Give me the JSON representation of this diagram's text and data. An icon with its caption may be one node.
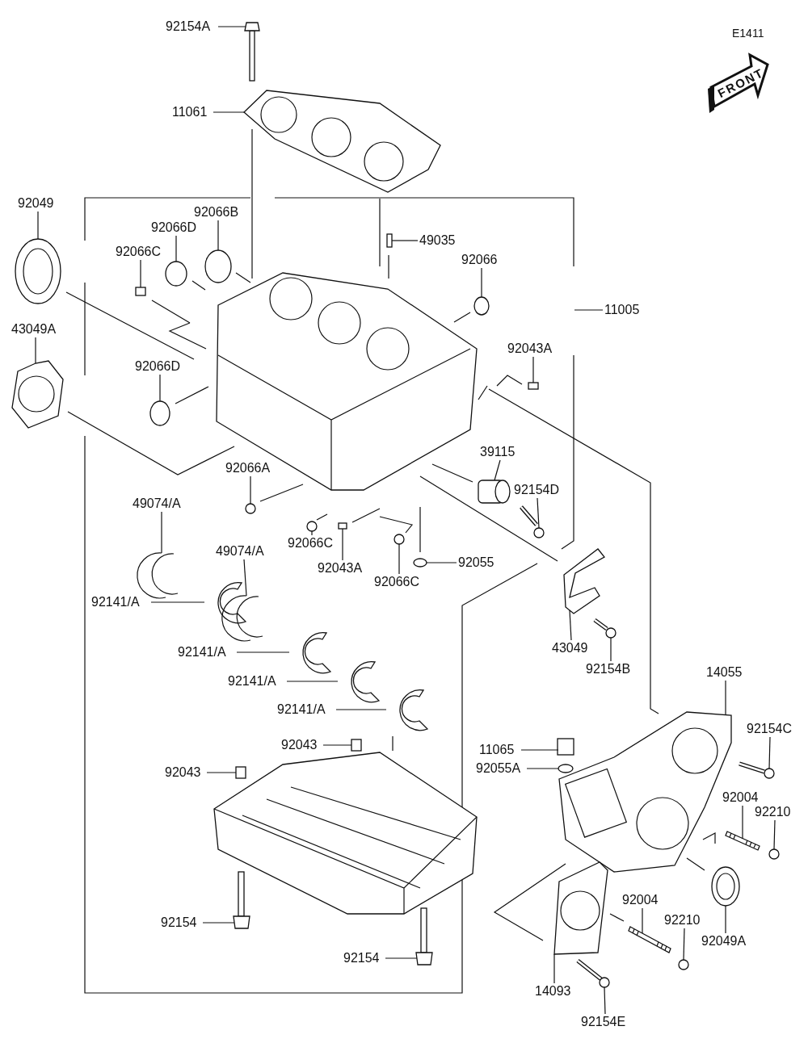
{
  "diagram": {
    "nodes": [
      {
        "text": [
          "92154A"
        ]
      },
      {
        "text": [
          "11061"
        ]
      },
      {
        "text": [
          "92049"
        ]
      },
      {
        "text": [
          "92066B"
        ]
      },
      {
        "text": [
          "92066D"
        ]
      },
      {
        "text": [
          "92066C"
        ]
      },
      {
        "text": [
          "49035"
        ]
      },
      {
        "text": [
          "92066"
        ]
      },
      {
        "text": [
          "11005"
        ]
      },
      {
        "text": [
          "43049A"
        ]
      },
      {
        "text": [
          "92043A"
        ]
      },
      {
        "text": [
          "92066D"
        ]
      },
      {
        "text": [
          "39115"
        ]
      },
      {
        "text": [
          "92154D"
        ]
      },
      {
        "text": [
          "92066A"
        ]
      },
      {
        "text": [
          "49074/A"
        ]
      },
      {
        "text": [
          "92066C"
        ]
      },
      {
        "text": [
          "92043A"
        ]
      },
      {
        "text": [
          "92055"
        ]
      },
      {
        "text": [
          "92066C"
        ]
      },
      {
        "text": [
          "92141/A"
        ]
      },
      {
        "text": [
          "49074/A"
        ]
      },
      {
        "text": [
          "43049"
        ]
      },
      {
        "text": [
          "92154B"
        ]
      },
      {
        "text": [
          "92141/A"
        ]
      },
      {
        "text": [
          "92141/A"
        ]
      },
      {
        "text": [
          "14055"
        ]
      },
      {
        "text": [
          "92141/A"
        ]
      },
      {
        "text": [
          "92154C"
        ]
      },
      {
        "text": [
          "92043"
        ]
      },
      {
        "text": [
          "11065"
        ]
      },
      {
        "text": [
          "92055A"
        ]
      },
      {
        "text": [
          "92043"
        ]
      },
      {
        "text": [
          "92004"
        ]
      },
      {
        "text": [
          "92210"
        ]
      },
      {
        "text": [
          "92154"
        ]
      },
      {
        "text": [
          "92004"
        ]
      },
      {
        "text": [
          "92210"
        ]
      },
      {
        "text": [
          "92049A"
        ]
      },
      {
        "text": [
          "14093"
        ]
      },
      {
        "text": [
          "92154"
        ]
      },
      {
        "text": [
          "92154E"
        ]
      },
      {
        "text": [],
        "shape": "picture"
      },
      {
        "text": [],
        "shape": "picture"
      },
      {
        "text": [],
        "shape": "picture"
      },
      {
        "text": [],
        "shape": "circle"
      },
      {
        "text": [],
        "shape": "circle"
      },
      {
        "text": [],
        "shape": "box"
      },
      {
        "text": [],
        "shape": "box"
      },
      {
        "text": [],
        "shape": "circle"
      },
      {
        "text": [],
        "shape": "picture"
      },
      {
        "text": [],
        "shape": "box"
      },
      {
        "text": [],
        "shape": "circle"
      },
      {
        "text": [],
        "shape": "cylinder"
      },
      {
        "text": [],
        "shape": "picture"
      },
      {
        "text": [],
        "shape": "circle"
      },
      {
        "text": [],
        "shape": "picture"
      },
      {
        "text": [],
        "shape": "circle"
      },
      {
        "text": [],
        "shape": "box"
      },
      {
        "text": [],
        "shape": "circle"
      },
      {
        "text": [],
        "shape": "circle"
      },
      {
        "text": [],
        "shape": "picture"
      },
      {
        "text": [],
        "shape": "picture"
      },
      {
        "text": [],
        "shape": "picture"
      },
      {
        "text": [],
        "shape": "picture"
      },
      {
        "text": [],
        "shape": "picture"
      },
      {
        "text": [],
        "shape": "picture"
      },
      {
        "text": [],
        "shape": "picture"
      },
      {
        "text": [],
        "shape": "picture"
      },
      {
        "text": [],
        "shape": "picture"
      },
      {
        "text": [],
        "shape": "box"
      },
      {
        "text": [],
        "shape": "box"
      },
      {
        "text": [],
        "shape": "circle"
      },
      {
        "text": [],
        "shape": "box"
      },
      {
        "text": [],
        "shape": "picture"
      },
      {
        "text": [],
        "shape": "circle"
      },
      {
        "text": [],
        "shape": "picture"
      },
      {
        "text": [],
        "shape": "picture"
      },
      {
        "text": [],
        "shape": "circle"
      },
      {
        "text": [],
        "shape": "picture"
      },
      {
        "text": [],
        "shape": "picture"
      },
      {
        "text": [],
        "shape": "picture"
      },
      {
        "text": [],
        "shape": "picture"
      }
    ],
    "edges": [
      {
        "from": 0,
        "to": 42,
        "arrow": "none"
      },
      {
        "from": 1,
        "to": 43,
        "arrow": "none"
      },
      {
        "from": 2,
        "to": 44,
        "arrow": "none"
      },
      {
        "from": 3,
        "to": 45,
        "arrow": "none"
      },
      {
        "from": 4,
        "to": 46,
        "arrow": "none"
      },
      {
        "from": 5,
        "to": 47,
        "arrow": "none"
      },
      {
        "from": 6,
        "to": 48,
        "arrow": "none"
      },
      {
        "from": 7,
        "to": 49,
        "arrow": "none"
      },
      {
        "from": 8,
        "to": null,
        "arrow": "none"
      },
      {
        "from": 9,
        "to": 50,
        "arrow": "none"
      },
      {
        "from": 10,
        "to": 51,
        "arrow": "none"
      },
      {
        "from": 11,
        "to": 52,
        "arrow": "none"
      },
      {
        "from": 12,
        "to": 53,
        "arrow": "none"
      },
      {
        "from": 13,
        "to": 54,
        "arrow": "none"
      },
      {
        "from": 14,
        "to": 55,
        "arrow": "none"
      },
      {
        "from": 15,
        "to": 56,
        "arrow": "none"
      },
      {
        "from": 16,
        "to": 57,
        "arrow": "none"
      },
      {
        "from": 17,
        "to": 58,
        "arrow": "none"
      },
      {
        "from": 18,
        "to": 59,
        "arrow": "none"
      },
      {
        "from": 19,
        "to": 60,
        "arrow": "none"
      },
      {
        "from": 20,
        "to": 61,
        "arrow": "none"
      },
      {
        "from": 21,
        "to": 62,
        "arrow": "none"
      },
      {
        "from": 22,
        "to": 63,
        "arrow": "none"
      },
      {
        "from": 23,
        "to": 64,
        "arrow": "none"
      },
      {
        "from": 24,
        "to": 65,
        "arrow": "none"
      },
      {
        "from": 25,
        "to": 66,
        "arrow": "none"
      },
      {
        "from": 26,
        "to": 67,
        "arrow": "none"
      },
      {
        "from": 27,
        "to": 68,
        "arrow": "none"
      },
      {
        "from": 28,
        "to": 69,
        "arrow": "none"
      },
      {
        "from": 29,
        "to": 70,
        "arrow": "none"
      },
      {
        "from": 30,
        "to": 71,
        "arrow": "none"
      },
      {
        "from": 31,
        "to": 72,
        "arrow": "none"
      },
      {
        "from": 32,
        "to": 73,
        "arrow": "none"
      },
      {
        "from": 33,
        "to": 74,
        "arrow": "none"
      },
      {
        "from": 34,
        "to": 75,
        "arrow": "none"
      },
      {
        "from": 35,
        "to": 76,
        "arrow": "none"
      },
      {
        "from": 36,
        "to": 77,
        "arrow": "none"
      },
      {
        "from": 37,
        "to": 78,
        "arrow": "none"
      },
      {
        "from": 38,
        "to": 79,
        "arrow": "none"
      },
      {
        "from": 39,
        "to": 80,
        "arrow": "none"
      },
      {
        "from": 40,
        "to": 81,
        "arrow": "none"
      },
      {
        "from": 41,
        "to": 82,
        "arrow": "none"
      }
    ],
    "labels": [
      "E1411",
      "FRONT"
    ]
  }
}
